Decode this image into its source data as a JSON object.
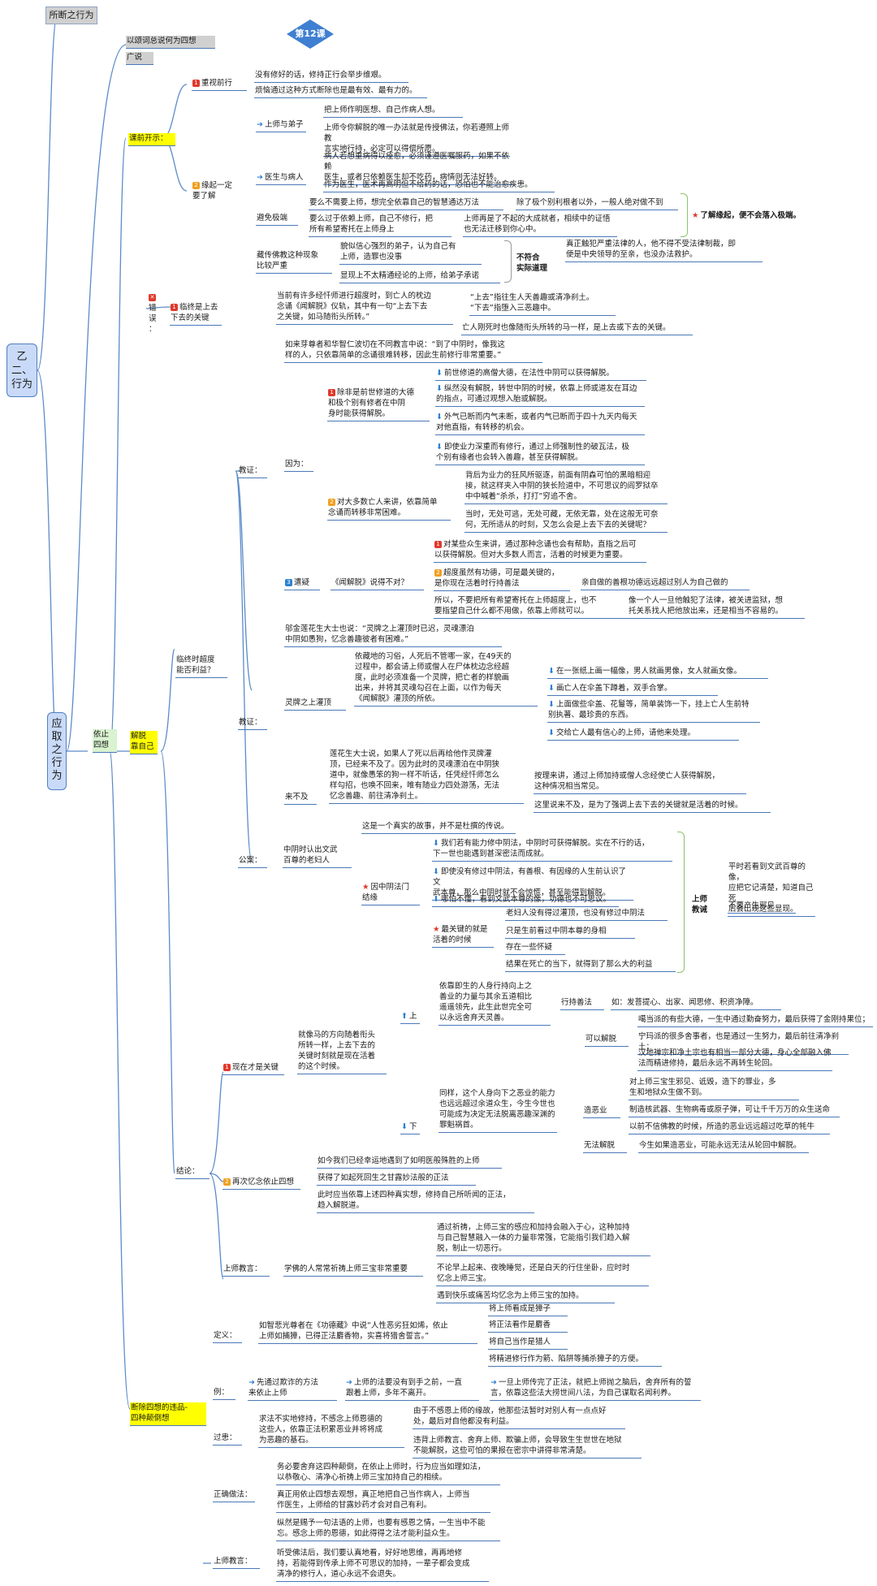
{
  "header": "所断之行为",
  "root_top": "乙二、行为",
  "root_mid": "应取之行为",
  "lesson": "第12课",
  "n1": "以颂词总说何为四想",
  "n2": "广说",
  "before_class": "课前开示：",
  "badge1": "1",
  "badge2": "2",
  "badge3": "3",
  "badge_err": "✕",
  "a1": "重视前行",
  "a1_1": "没有修好的话，修持正行会举步维艰。",
  "a1_2": "烦恼通过这种方式断除也是最有效、最有力的。",
  "a2": "缘起一定\n要了解",
  "b1": "上师与弟子",
  "b1_1": "把上师作明医想、自己作病人想。",
  "b1_2": "上师令你解脱的唯一办法就是传授佛法，你若遵照上师教\n言实地行持，必定可以得偿所愿。",
  "b2": "医生与病人",
  "b2_1": "病人若想重病得以痊愈，必须谨遵医嘱服药，如果不依赖\n医生，或者只依赖医生却不吃药，病情则无法好转。",
  "b2_2": "作为医生，医术再高明但不给药的话，恐怕也不能治愈疾患。",
  "b3": "避免极端",
  "b3_1": "要么不需要上师，想完全依靠自己的智慧通达万法",
  "b3_1a": "除了极个别利根者以外，一般人绝对做不到",
  "b3_2": "要么过于依赖上师，自己不修行，把\n所有希望寄托在上师身上",
  "b3_2a": "上师再是了不起的大成就者，相续中的证悟\n也无法迁移到你心中。",
  "b3_note": "了解缘起，便不会落入极端。",
  "b4": "藏传佛教这种现象\n比较严重",
  "b4_1": "貌似信心强烈的弟子，认为自己有\n上师，造罪也没事",
  "b4_2": "显现上不太精通经论的上师，给弟子承诺",
  "b4_note": "不符合\n实际道理",
  "b4_note_1": "真正触犯严重法律的人，他不得不受法律制裁，即\n便是中央领导的至亲，也没办法救护。",
  "err": "错\n误\n：",
  "c1": "临终是上去\n下去的关键",
  "c1_1": "当前有许多经忏师进行超度时，到亡人的枕边\n念诵《闻解脱》仪轨，其中有一句“上去下去\n之关键，如马随衔头所转。”",
  "c1_1a": "“上去”指往生人天善趣或清净刹土。\n“下去”指堕入三恶趣中。",
  "c1_1b": "亡人刚死时也像随衔头所转的马一样，是上去或下去的关键。",
  "liberate": "解脱\n靠自己",
  "rely": "依止\n四想",
  "q": "临终时超度\n能否利益？",
  "jz": "教证：",
  "jz_1": "如来芽尊者和华智仁波切在不同教言中说：“到了中阴时，像我这\n样的人，只依靠简单的念诵很难转移，因此生前修行非常重要。”",
  "because": "因为：",
  "d1": "除非是前世修道的大德\n和极个别有修者在中阴\n身时能获得解脱。",
  "d1_1": "前世修道的高僧大德，在法性中阴可以获得解脱。",
  "d1_2": "纵然没有解脱，转世中阴的时候，依靠上师或道友在耳边\n的指点，可通过观想入胎或解脱。",
  "d1_3": "外气已断而内气未断，或者内气已断而于四十九天内每天\n对他直指，有转移的机会。",
  "d1_4": "即使业力深重而有修行，通过上师强制性的破瓦法，极\n个别有缘者也会转入善趣，甚至获得解脱。",
  "d2": "对大多数亡人来讲，依靠简单\n念诵而转移非常困难。",
  "d2_1": "背后为业力的狂风所驱逐，前面有阴森可怕的黑暗相迎\n接，就这样夹入中阴的狭长险道中，不可思议的阎罗狱卒\n中中喊着“杀杀，打打”穷追不舍。",
  "d2_2": "当时，无处可逃，无处可藏，无依无靠，处在这般无可奈\n何，无所适从的时刻，又怎么会是上去下去的关键呢？",
  "doubt": "遣疑",
  "doubt_q": "《闻解脱》说得不对？",
  "e1": "对某些众生来讲，通过那种念诵也会有帮助，直指之后可\n以获得解脱。但对大多数人而言，活着的时候更为重要。",
  "e2": "超度虽然有功德，可是最关键的，\n是你现在活着时行持善法",
  "e2a": "亲自做的善根功德远远超过别人为自己做的",
  "e3": "所以，不要把所有希望寄托在上师超度上，也不\n要指望自己什么都不用做，依靠上师就可以。",
  "e3a": "像一个人一旦他触犯了法律，被关进监狱，想\n托关系找人把他放出来，还是相当不容易的。",
  "jz2": "教证：",
  "f0": "邬金莲花生大士也说：“灵牌之上灌顶时已迟，灵魂漂泊\n中阴如愚狗，忆念善趣彼者有困难。”",
  "f1": "灵牌之上灌顶",
  "f1_1": "依藏地的习俗，人死后不管哪一家，在49天的\n过程中，都会请上师或僧人在尸体枕边念经超\n度，此时必须准备一个灵牌，把亡者的样貌画\n出来，并将其灵魂勾召在上面，以作为每天\n《闻解脱》灌顶的所依。",
  "f1_a": "在一张纸上画一幅像，男人就画男像，女人就画女像。",
  "f1_b": "画亡人在伞盖下蹲着，双手合掌。",
  "f1_c": "上面做些伞盖、花鬘等，简单装饰一下，挂上亡人生前特\n别执著、最珍贵的东西。",
  "f1_d": "交给亡人最有信心的上师，请他来处理。",
  "f2": "来不及",
  "f2_1": "莲花生大士说，如果人了死以后再给他作灵牌灌\n顶，已经来不及了。因为此时的灵魂漂泊在中阴狭\n道中，就像愚笨的狗一样不听话，任凭经忏师怎么\n样勾招，也唤不回来，唯有随业力四处游荡，无法\n忆念善趣、前往清净刹土。",
  "f2_a": "按理来讲，通过上师加持或僧人念经使亡人获得解脱，\n这种情况相当常见。",
  "f2_b": "这里说来不及，是为了强调上去下去的关键就是活着的时候。",
  "gz": "公案：",
  "g1": "中阴时认出文武\n百尊的老妇人",
  "g1_1": "这是一个真实的故事，并不是杜撰的传说。",
  "g2": "因中阴法门\n结缘",
  "g2_1": "我们若有能力修中阴法，中阴时可获得解脱。实在不行的话，\n下一世也能遇到甚深密法而成就。",
  "g2_2": "即使没有修过中阴法，有善根、有因缘的人生前认识了文\n武本尊，那么中阴时就不会惊慌，甚至能得到解脱。",
  "g2_3": "哪怕不懂，看到文武本尊的像，功德也不可思议。",
  "g3": "最关键的就是\n活着的时候",
  "g3_1": "老妇人没有得过灌顶，也没有修过中阴法",
  "g3_2": "只是生前看过中阴本尊的身相",
  "g3_3": "存在一些怀疑",
  "g3_4": "结果在死亡的当下，就得到了那么大的利益",
  "teach": "上师\n教诫",
  "teach_1": "平时若看到文武百尊的像，\n应把它记清楚，知道自己死\n后会出现这些显现。",
  "teach_2": "不要产生邪见",
  "concl": "结论：",
  "h1": "现在才是关键",
  "h1_0": "就像马的方向随着衔头\n所转一样，上去下去的\n关键时刻就是现在活着\n的这个时候。",
  "up": "上",
  "up_1": "依靠即生的人身行持向上之\n善业的力量与其余五道相比\n遥遥领先，此生此世完全可\n以永远舍弃天灵善。",
  "up_a": "行持善法",
  "up_a1": "如：发菩提心、出家、闻思修、积资净障。",
  "up_b": "可以解脱",
  "up_b1": "噶当派的有些大德，一生中通过勤奋努力，最后获得了金刚持果位；",
  "up_b2": "宁玛派的很多舍事者，也是通过一生努力，最后前往清净刹土；",
  "up_b3": "汉地禅宗和净土宗也有相当一部分大德，身心全部融入佛\n法而精进修持，最后永远不再转生轮回。",
  "down": "下",
  "down_1": "同样，这个人身向下之恶业的能力\n也远远超过余道众生，今生今世也\n可能成为决定无法脱离恶趣深渊的\n罪魁祸首。",
  "down_a": "造恶业",
  "down_a1": "对上师三宝生邪见、诋毁，造下的罪业，多\n生和地狱众生做不到。",
  "down_a2": "制造核武器、生物病毒或原子弹，可让千千万万的众生送命",
  "down_a3": "以前不信佛教的时候，所造的恶业远远超过吃草的牦牛",
  "down_b": "无法解脱",
  "down_b1": "今生如果造恶业，可能永远无法从轮回中解脱。",
  "h2": "再次忆念依止四想",
  "h2_1": "如今我们已经幸运地遇到了如明医般殊胜的上师",
  "h2_2": "获得了如起死回生之甘露妙法般的正法",
  "h2_3": "此时应当依靠上述四种真实想，修持自己所听闻的正法，\n趋入解脱道。",
  "h3": "上师教言：",
  "h3_0": "学佛的人常常祈祷上师三宝非常重要",
  "h3_1": "通过祈祷，上师三宝的感应和加持会融入于心，这种加持\n与自己智慧融入一体的力量非常强，它能指引我们趋入解\n脱，制止一切恶行。",
  "h3_2": "不论早上起来、夜晚睡觉，还是白天的行住坐卧，应时时\n忆念上师三宝。",
  "h3_3": "遇到快乐或痛苦均忆念为上师三宝的加持。",
  "i": "断除四想的违品-\n四种颠倒想",
  "def": "定义：",
  "def_0": "如智悲光尊者在《功德藏》中说“人性恶劣狂如烯，依止\n上师如捕獐，已得正法麝香物，实喜将猎舍誓言。”",
  "def_1": "将上师看成是獐子",
  "def_2": "将正法看作是麝香",
  "def_3": "将自己当作是猎人",
  "def_4": "将精进修行作为箭、陷阱等捕杀獐子的方便。",
  "ex": "例：",
  "ex_1": "先通过欺诈的方法\n来依止上师",
  "ex_2": "上师的法要没有到手之前，一直\n跟着上师，多年不离开。",
  "ex_3": "一旦上师传完了正法，就把上师抛之脑后，舍弃所有的誓\n言，依靠这些法大捞世间八法，为自己谋取名闻利养。",
  "fault": "过患：",
  "fault_0": "求法不实地修持，不感念上师恩德的\n这些人，依靠正法积累恶业并将将成\n为恶趣的基石。",
  "fault_1": "由于不感恩上师的缘故，他那些法暂时对别人有一点点好\n处，最后对自他都没有利益。",
  "fault_2": "违背上师教言、舍弃上师、欺骗上师，会导致生生世世在地狱\n不能解脱，这些可怕的果报在密宗中讲得非常清楚。",
  "right": "正确做法：",
  "right_1": "务必要舍弃这四种颠倒，在依止上师时，行为应当如理如法，\n以恭敬心、清净心祈祷上师三宝加持自己的相续。",
  "right_2": "真正用依止四想去观想，真正地把自己当作病人，上师当\n作医生，上师给的甘露妙药才会对自己有利。",
  "tt": "上师教言：",
  "tt_1": "纵然是赐予一句法语的上师，也要有感恩之情，一生当中不能\n忘。感念上师的恩德，如此得得之法才能利益众生。",
  "tt_2": "听受佛法后，我们要认真地看，好好地思维，再再地修\n持，若能得到传承上师不可思议的加持，一辈子都会变成\n清净的修行人，道心永远不会退失。"
}
